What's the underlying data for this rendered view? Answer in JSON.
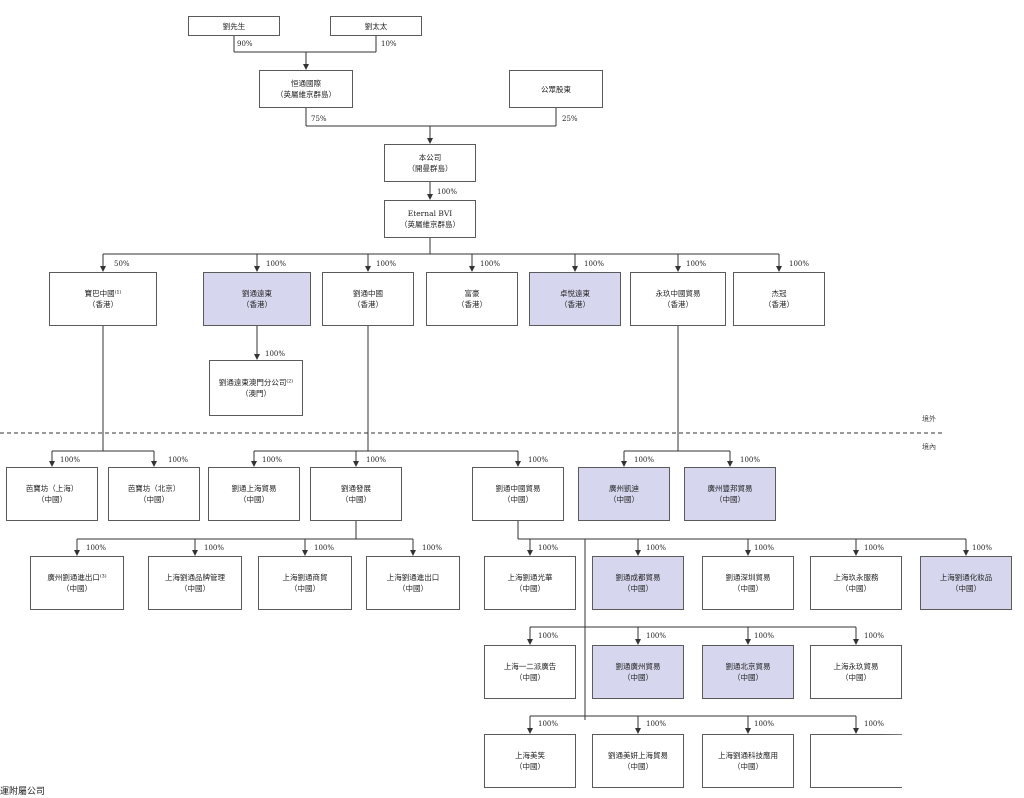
{
  "nodes": [
    {
      "id": "liu_mr",
      "lines": [
        "劉先生"
      ]
    },
    {
      "id": "liu_mrs",
      "lines": [
        "劉太太"
      ]
    },
    {
      "id": "weitong",
      "lines": [
        "恒通國際",
        "（英屬維京群島）"
      ]
    },
    {
      "id": "public",
      "lines": [
        "公眾股東"
      ]
    },
    {
      "id": "company",
      "lines": [
        "本公司",
        "（開曼群島）"
      ]
    },
    {
      "id": "eternal_bvi",
      "lines": [
        "Eternal BVI",
        "（英屬維京群島）"
      ]
    },
    {
      "id": "bambu_hk",
      "lines": [
        "寶巴中國⁽¹⁾",
        "（香港）"
      ]
    },
    {
      "id": "liutong_fareast",
      "lines": [
        "劉通遠東",
        "（香港）"
      ],
      "highlight": true
    },
    {
      "id": "liutong_china",
      "lines": [
        "劉通中國",
        "（香港）"
      ]
    },
    {
      "id": "fuhao",
      "lines": [
        "富豪",
        "（香港）"
      ]
    },
    {
      "id": "zhuoyue",
      "lines": [
        "卓悅遠東",
        "（香港）"
      ],
      "highlight": true
    },
    {
      "id": "yongjiu_china",
      "lines": [
        "永玖中國貿易",
        "（香港）"
      ]
    },
    {
      "id": "jieguan",
      "lines": [
        "杰冠",
        "（香港）"
      ]
    },
    {
      "id": "macau_branch",
      "lines": [
        "劉通遠東澳門分公司⁽²⁾",
        "（澳門）"
      ]
    },
    {
      "id": "bambu_sh",
      "lines": [
        "芭寶坊（上海）",
        "（中國）"
      ]
    },
    {
      "id": "bambu_bj",
      "lines": [
        "芭寶坊（北京）",
        "（中國）"
      ]
    },
    {
      "id": "liutong_sh_trade",
      "lines": [
        "劉通上海貿易",
        "（中國）"
      ]
    },
    {
      "id": "liutong_fazhan",
      "lines": [
        "劉通發展",
        "（中國）"
      ]
    },
    {
      "id": "liutong_china_trade",
      "lines": [
        "劉通中國貿易",
        "（中國）"
      ]
    },
    {
      "id": "gz_kaidi",
      "lines": [
        "廣州凱迪",
        "（中國）"
      ],
      "highlight": true
    },
    {
      "id": "gz_fangbang",
      "lines": [
        "廣州豐邦貿易",
        "（中國）"
      ],
      "highlight": true
    },
    {
      "id": "gz_import_export",
      "lines": [
        "廣州劉通進出口⁽³⁾",
        "（中國）"
      ]
    },
    {
      "id": "sh_brand_mgmt",
      "lines": [
        "上海劉通品牌管理",
        "（中國）"
      ]
    },
    {
      "id": "sh_commerce",
      "lines": [
        "上海劉通商貿",
        "（中國）"
      ]
    },
    {
      "id": "sh_import_export",
      "lines": [
        "上海劉通進出口",
        "（中國）"
      ]
    },
    {
      "id": "sh_guanghua",
      "lines": [
        "上海劉通光華",
        "（中國）"
      ]
    },
    {
      "id": "chengdu_trade",
      "lines": [
        "劉通成都貿易",
        "（中國）"
      ],
      "highlight": true
    },
    {
      "id": "shenzhen_trade",
      "lines": [
        "劉通深圳貿易",
        "（中國）"
      ]
    },
    {
      "id": "sh_yongjiu_service",
      "lines": [
        "上海玖永服務",
        "（中國）"
      ]
    },
    {
      "id": "sh_cosmetics",
      "lines": [
        "上海劉通化妝品",
        "（中國）"
      ],
      "highlight": true
    },
    {
      "id": "sh_erpai_ad",
      "lines": [
        "上海一二派廣告",
        "（中國）"
      ]
    },
    {
      "id": "gz_trade",
      "lines": [
        "劉通廣州貿易",
        "（中國）"
      ],
      "highlight": true
    },
    {
      "id": "bj_trade",
      "lines": [
        "劉通北京貿易",
        "（中國）"
      ],
      "highlight": true
    },
    {
      "id": "sh_yongjiu_trade",
      "lines": [
        "上海永玖貿易",
        "（中國）"
      ]
    },
    {
      "id": "sh_meixiao",
      "lines": [
        "上海美笑",
        "（中國）"
      ]
    },
    {
      "id": "meiyan_sh_trade",
      "lines": [
        "劉通美妍上海貿易",
        "（中國）"
      ]
    },
    {
      "id": "sh_tech",
      "lines": [
        "上海劉通科技應用",
        "（中國）"
      ]
    },
    {
      "id": "cut_box",
      "lines": []
    }
  ],
  "percentages": [
    {
      "id": "p_mr",
      "text": "90%"
    },
    {
      "id": "p_mrs",
      "text": "10%"
    },
    {
      "id": "p_weitong",
      "text": "75%"
    },
    {
      "id": "p_public",
      "text": "25%"
    },
    {
      "id": "p_company",
      "text": "100%"
    },
    {
      "id": "p_bambu_hk",
      "text": "50%"
    },
    {
      "id": "p_fareast",
      "text": "100%"
    },
    {
      "id": "p_lt_china",
      "text": "100%"
    },
    {
      "id": "p_fuhao",
      "text": "100%"
    },
    {
      "id": "p_zhuoyue",
      "text": "100%"
    },
    {
      "id": "p_yongjiu",
      "text": "100%"
    },
    {
      "id": "p_jieguan",
      "text": "100%"
    },
    {
      "id": "p_macau",
      "text": "100%"
    },
    {
      "id": "p_bambu_sh",
      "text": "100%"
    },
    {
      "id": "p_bambu_bj",
      "text": "100%"
    },
    {
      "id": "p_lt_sh_trade",
      "text": "100%"
    },
    {
      "id": "p_lt_fazhan",
      "text": "100%"
    },
    {
      "id": "p_lt_china_trade",
      "text": "100%"
    },
    {
      "id": "p_gz_kaidi",
      "text": "100%"
    },
    {
      "id": "p_gz_fangbang",
      "text": "100%"
    },
    {
      "id": "p_gz_ie",
      "text": "100%"
    },
    {
      "id": "p_sh_brand",
      "text": "100%"
    },
    {
      "id": "p_sh_comm",
      "text": "100%"
    },
    {
      "id": "p_sh_ie",
      "text": "100%"
    },
    {
      "id": "p_sh_gh",
      "text": "100%"
    },
    {
      "id": "p_cd",
      "text": "100%"
    },
    {
      "id": "p_sz",
      "text": "100%"
    },
    {
      "id": "p_sh_yjs",
      "text": "100%"
    },
    {
      "id": "p_sh_cos",
      "text": "100%"
    },
    {
      "id": "p_sh_ad",
      "text": "100%"
    },
    {
      "id": "p_gz_trade",
      "text": "100%"
    },
    {
      "id": "p_bj_trade",
      "text": "100%"
    },
    {
      "id": "p_sh_yjt",
      "text": "100%"
    },
    {
      "id": "p_sh_mx",
      "text": "100%"
    },
    {
      "id": "p_meiyan",
      "text": "100%"
    },
    {
      "id": "p_sh_tech",
      "text": "100%"
    },
    {
      "id": "p_cut",
      "text": "100%"
    }
  ],
  "zones": {
    "offshore": "境外",
    "onshore": "境內"
  },
  "footer": "運附屬公司",
  "colors": {
    "highlight": "#d6d6ee",
    "line": "#333333"
  }
}
